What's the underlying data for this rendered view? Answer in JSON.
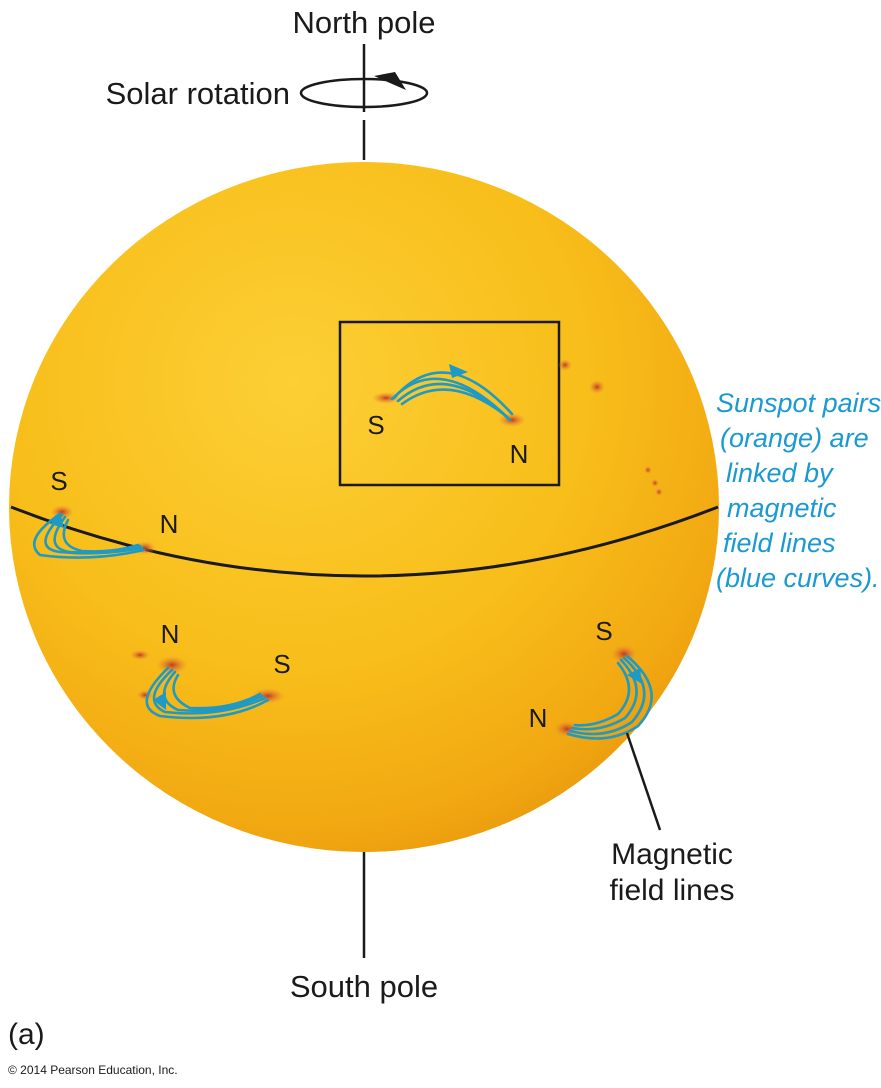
{
  "labels": {
    "north_pole": "North pole",
    "south_pole": "South pole",
    "solar_rotation": "Solar rotation",
    "magnetic_field_lines": [
      "Magnetic",
      "field lines"
    ],
    "panel": "(a)",
    "copyright": "© 2014 Pearson Education, Inc."
  },
  "caption_lines": [
    "Sunspot pairs",
    "(orange) are",
    "linked by",
    "magnetic",
    "field lines",
    "(blue curves)."
  ],
  "pair_letters": {
    "pair_1": [
      "S",
      "N"
    ],
    "pair_2": [
      "S",
      "N"
    ],
    "pair_3": [
      "N",
      "S"
    ],
    "pair_4": [
      "S",
      "N"
    ]
  },
  "colors": {
    "sun": "#f7c21a",
    "sun_shadow": "#e79a0a",
    "sunspot": "#d24a2a",
    "field_line": "#1f9ac4",
    "caption": "#1a9ad0",
    "line": "#1a1a1a"
  }
}
